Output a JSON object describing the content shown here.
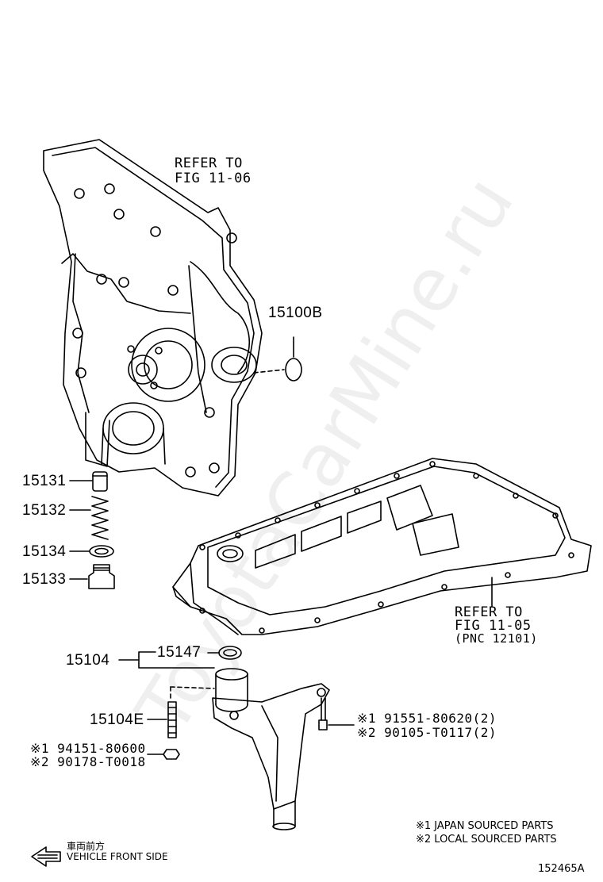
{
  "refer_top": {
    "line1": "REFER TO",
    "line2": "FIG 11-06"
  },
  "refer_right": {
    "line1": "REFER TO",
    "line2": "FIG 11-05",
    "line3": "(PNC 12101)"
  },
  "parts": {
    "p15100B": "15100B",
    "p15131": "15131",
    "p15132": "15132",
    "p15134": "15134",
    "p15133": "15133",
    "p15104": "15104",
    "p15147": "15147",
    "p15104E": "15104E"
  },
  "nut_codes": {
    "c1": "※1 94151-80600",
    "c2": "※2 90178-T0018"
  },
  "bolt_codes": {
    "c1": "※1 91551-80620(2)",
    "c2": "※2 90105-T0117(2)"
  },
  "notes": {
    "n1": "※1 JAPAN SOURCED PARTS",
    "n2": "※2 LOCAL SOURCED PARTS"
  },
  "front": {
    "jp": "車両前方",
    "en": "VEHICLE FRONT SIDE"
  },
  "diagram_code": "152465A",
  "watermark": "ToyotaCarMine.ru"
}
